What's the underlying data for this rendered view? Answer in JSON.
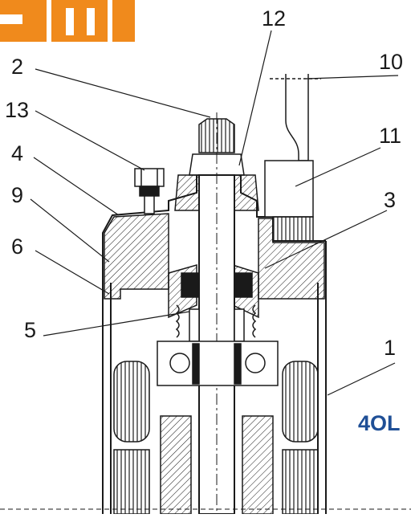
{
  "callouts": {
    "c1": "1",
    "c2": "2",
    "c3": "3",
    "c4": "4",
    "c5": "5",
    "c6": "6",
    "c9": "9",
    "c10": "10",
    "c11": "11",
    "c12": "12",
    "c13": "13"
  },
  "model_label": "4OL",
  "colors": {
    "logo_orange": "#f08a1c",
    "model_blue": "#1f4f96",
    "line": "#1a1a1a"
  }
}
